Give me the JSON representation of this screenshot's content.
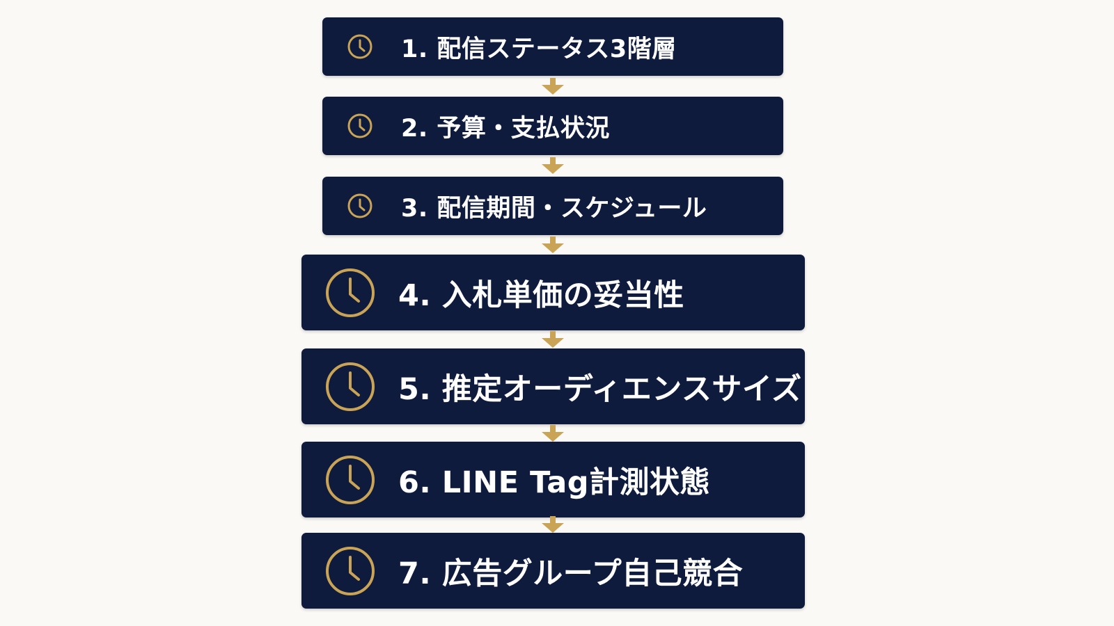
{
  "colors": {
    "background": "#faf9f6",
    "box": "#0e1b3d",
    "accent": "#c9a456",
    "text": "#ffffff"
  },
  "steps": [
    {
      "label": "1. 配信ステータス3階層",
      "icon": "clock-icon"
    },
    {
      "label": "2. 予算・支払状況",
      "icon": "clock-icon"
    },
    {
      "label": "3. 配信期間・スケジュール",
      "icon": "clock-icon"
    },
    {
      "label": "4. 入札単価の妥当性",
      "icon": "clock-icon"
    },
    {
      "label": "5. 推定オーディエンスサイズ",
      "icon": "clock-icon"
    },
    {
      "label": "6. LINE Tag計測状態",
      "icon": "clock-icon"
    },
    {
      "label": "7. 広告グループ自己競合",
      "icon": "clock-icon"
    }
  ]
}
